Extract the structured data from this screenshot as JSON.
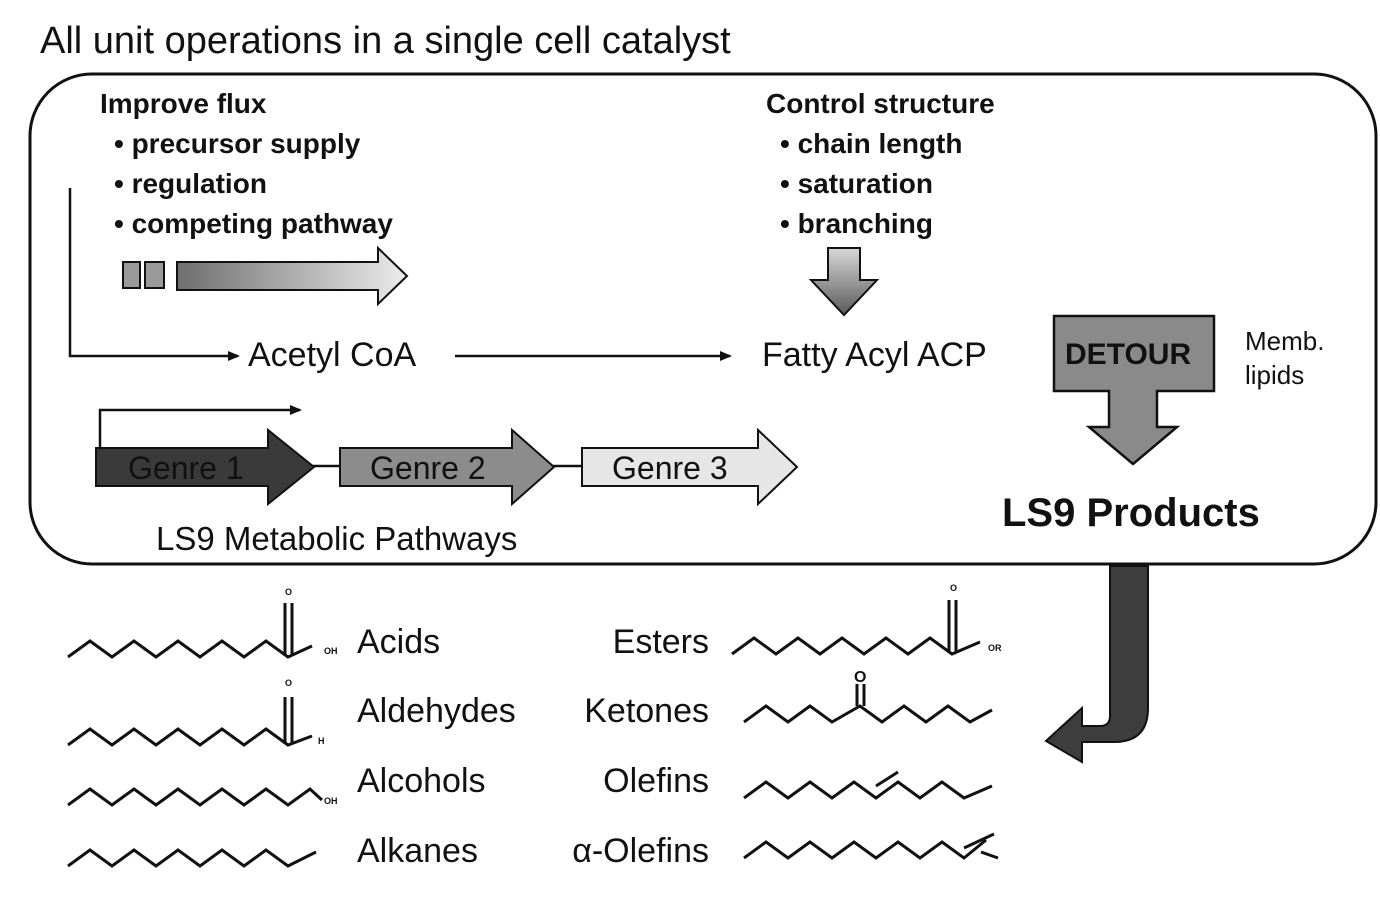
{
  "title": "All unit operations in a single cell catalyst",
  "flux": {
    "heading": "Improve flux",
    "bullets": [
      "• precursor supply",
      "• regulation",
      "• competing pathway"
    ]
  },
  "structure": {
    "heading": "Control structure",
    "bullets": [
      "• chain length",
      "• saturation",
      "• branching"
    ]
  },
  "nodes": {
    "acetyl": "Acetyl CoA",
    "fatty": "Fatty Acyl ACP"
  },
  "detour": {
    "label": "DETOUR",
    "side_line1": "Memb.",
    "side_line2": "lipids"
  },
  "genes": [
    {
      "label": "Genre 1",
      "fill": "#3a3a3a"
    },
    {
      "label": "Genre 2",
      "fill": "#8c8c8c"
    },
    {
      "label": "Genre 3",
      "fill": "#e6e6e6"
    }
  ],
  "pathways_label": "LS9 Metabolic Pathways",
  "products_label": "LS9 Products",
  "classes_left": [
    "Acids",
    "Aldehydes",
    "Alcohols",
    "Alkanes"
  ],
  "classes_right": [
    "Esters",
    "Ketones",
    "Olefins",
    "α-Olefins"
  ],
  "atoms": {
    "oxygen": "O",
    "hydroxyl": "OH",
    "hydrogen": "H",
    "alkoxy": "OR"
  },
  "colors": {
    "detour_box": "#8a8a8a",
    "big_arrow": "#3d3d3d",
    "flux_arrow_start": "#6e6e6e",
    "flux_arrow_end": "#ececec",
    "branch_arrow_start": "#5a5a5a",
    "branch_arrow_end": "#d8d8d8"
  }
}
